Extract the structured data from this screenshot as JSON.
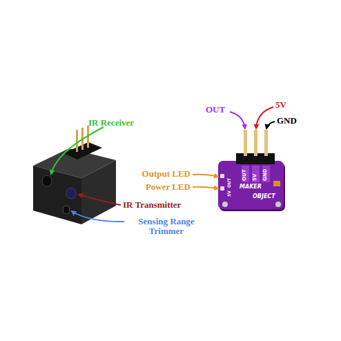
{
  "diagram": {
    "labels": [
      "IR Receiver",
      "OUT",
      "5V",
      "GND",
      "Output LED",
      "Power LED",
      "OUT",
      "5V",
      "GND",
      "OUT",
      "5V",
      "MAKER",
      "OBJECT",
      "IR Transmitter",
      "Sensing Range Trimmer"
    ]
  }
}
